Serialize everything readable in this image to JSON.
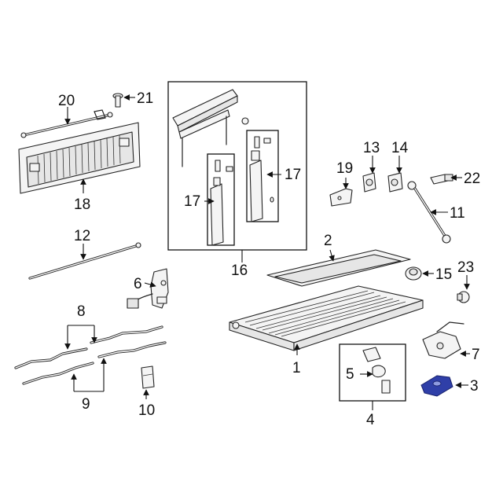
{
  "callouts": {
    "c1": "1",
    "c2": "2",
    "c3": "3",
    "c4": "4",
    "c5": "5",
    "c6": "6",
    "c7": "7",
    "c8": "8",
    "c9": "9",
    "c10": "10",
    "c11": "11",
    "c12": "12",
    "c13": "13",
    "c14": "14",
    "c15": "15",
    "c16": "16",
    "c17a": "17",
    "c17b": "17",
    "c18": "18",
    "c19": "19",
    "c20": "20",
    "c21": "21",
    "c22": "22",
    "c23": "23"
  },
  "colors": {
    "highlight_part": "#2f3fa8",
    "line": "#222222",
    "background": "#ffffff"
  }
}
